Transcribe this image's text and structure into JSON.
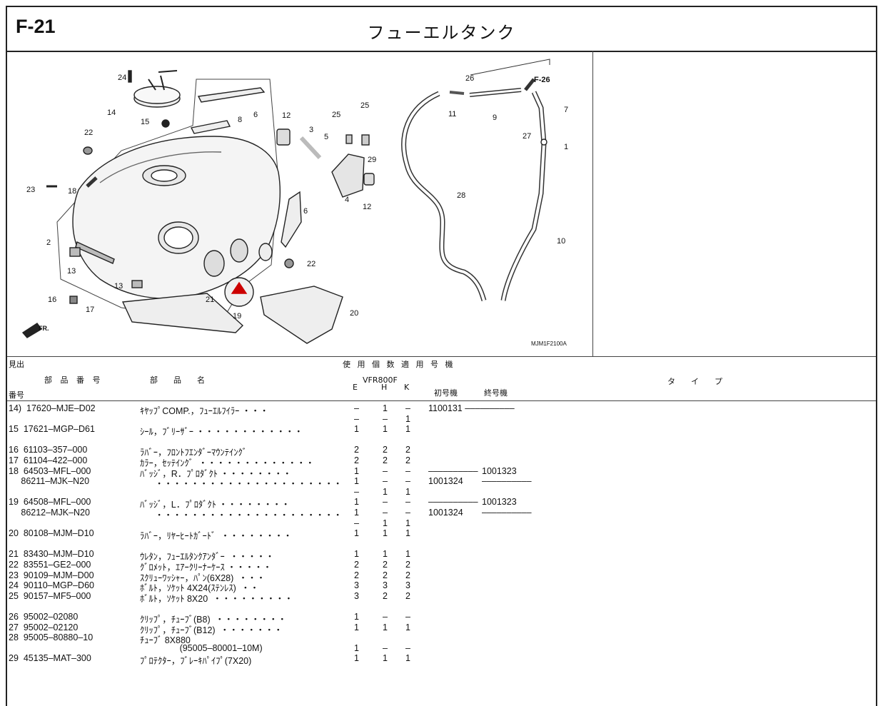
{
  "header": {
    "code": "F-21",
    "title": "フューエルタンク"
  },
  "diagram": {
    "callouts": [
      "24",
      "14",
      "15",
      "22",
      "23",
      "18",
      "2",
      "13",
      "13",
      "16",
      "17",
      "8",
      "6",
      "6",
      "12",
      "12",
      "3",
      "4",
      "5",
      "25",
      "25",
      "29",
      "21",
      "19",
      "22",
      "20",
      "26",
      "F-26",
      "11",
      "9",
      "7",
      "27",
      "1",
      "28",
      "10"
    ],
    "ref_code": "MJM1F2100A",
    "direction_label": "FR."
  },
  "columns": {
    "midashi": "見出",
    "bangou": "番号",
    "part_no": "部 品 番 号",
    "part_name": "部　　品　　名",
    "usage": "使 用 個 数 適 用 号 機",
    "model": "VFR800F",
    "e": "E",
    "h": "H",
    "k": "K",
    "first_frame": "初号機",
    "last_frame": "終号機",
    "type": "タ　　イ　　プ"
  },
  "rows": [
    {
      "line": "14)  17620–MJE–D02",
      "name": "ｷﾔｯﾌﾟCOMP.，ﾌｭｰｴﾙﾌｲﾗｰ ・・・",
      "e": "–",
      "h": "1",
      "k": "–",
      "from": "1100131 ––––––––––",
      "to": ""
    },
    {
      "line": "",
      "name": "",
      "e": "–",
      "h": "–",
      "k": "1",
      "from": "",
      "to": ""
    },
    {
      "line": "15  17621–MGP–D61",
      "name": "ｼｰﾙ，ﾌﾞﾘｰｻﾞｰ ・・・・・・・・・・・・",
      "e": "1",
      "h": "1",
      "k": "1",
      "from": "",
      "to": ""
    },
    {
      "line": "",
      "name": "",
      "e": "",
      "h": "",
      "k": "",
      "from": "",
      "to": ""
    },
    {
      "line": "16  61103–357–000",
      "name": "ﾗﾊﾞｰ，ﾌﾛﾝﾄﾌｴﾝﾀﾞｰﾏｳﾝﾃｲﾝｸﾞ",
      "e": "2",
      "h": "2",
      "k": "2",
      "from": "",
      "to": ""
    },
    {
      "line": "17  61104–422–000",
      "name": "ｶﾗｰ，ｾｯﾃｲﾝｸﾞ  ・・・・・・・・・・・・・",
      "e": "2",
      "h": "2",
      "k": "2",
      "from": "",
      "to": ""
    },
    {
      "line": "18  64503–MFL–000",
      "name": "ﾊﾞｯｼﾞ，R．ﾌﾟﾛﾀﾞｸﾄ ・・・・・・・・",
      "e": "1",
      "h": "–",
      "k": "–",
      "from": "––––––––––",
      "to": "1001323"
    },
    {
      "line": "     86211–MJK–N20",
      "name": "      ・・・・・・・・・・・・・・・・・・・・・",
      "e": "1",
      "h": "–",
      "k": "–",
      "from": "1001324",
      "to": "––––––––––"
    },
    {
      "line": "",
      "name": "",
      "e": "–",
      "h": "1",
      "k": "1",
      "from": "",
      "to": ""
    },
    {
      "line": "19  64508–MFL–000",
      "name": "ﾊﾞｯｼﾞ，L．ﾌﾟﾛﾀﾞｸﾄ ・・・・・・・・",
      "e": "1",
      "h": "–",
      "k": "–",
      "from": "––––––––––",
      "to": "1001323"
    },
    {
      "line": "     86212–MJK–N20",
      "name": "      ・・・・・・・・・・・・・・・・・・・・・",
      "e": "1",
      "h": "–",
      "k": "–",
      "from": "1001324",
      "to": "––––––––––"
    },
    {
      "line": "",
      "name": "",
      "e": "–",
      "h": "1",
      "k": "1",
      "from": "",
      "to": ""
    },
    {
      "line": "20  80108–MJM–D10",
      "name": "ﾗﾊﾞｰ，ﾘﾔｰﾋｰﾄｶﾞｰﾄﾞ  ・・・・・・・・",
      "e": "1",
      "h": "1",
      "k": "1",
      "from": "",
      "to": ""
    },
    {
      "line": "",
      "name": "",
      "e": "",
      "h": "",
      "k": "",
      "from": "",
      "to": ""
    },
    {
      "line": "21  83430–MJM–D10",
      "name": "ｳﾚﾀﾝ，ﾌｭｰｴﾙﾀﾝｸｱﾝﾀﾞｰ  ・・・・・",
      "e": "1",
      "h": "1",
      "k": "1",
      "from": "",
      "to": ""
    },
    {
      "line": "22  83551–GE2–000",
      "name": "ｸﾞﾛﾒｯﾄ，ｴｱｰｸﾘｰﾅｰｹｰｽ ・・・・・",
      "e": "2",
      "h": "2",
      "k": "2",
      "from": "",
      "to": ""
    },
    {
      "line": "23  90109–MJM–D00",
      "name": "ｽｸﾘｭｰﾜｯｼｬｰ，ﾊﾟﾝ(6X28)  ・・・",
      "e": "2",
      "h": "2",
      "k": "2",
      "from": "",
      "to": ""
    },
    {
      "line": "24  90110–MGP–D60",
      "name": "ﾎﾞﾙﾄ，ｿｹｯﾄ 4X24(ｽﾃﾝﾚｽ)  ・・",
      "e": "3",
      "h": "3",
      "k": "3",
      "from": "",
      "to": ""
    },
    {
      "line": "25  90157–MF5–000",
      "name": "ﾎﾞﾙﾄ，ｿｹｯﾄ 8X20  ・・・・・・・・・",
      "e": "3",
      "h": "2",
      "k": "2",
      "from": "",
      "to": ""
    },
    {
      "line": "",
      "name": "",
      "e": "",
      "h": "",
      "k": "",
      "from": "",
      "to": ""
    },
    {
      "line": "26  95002–02080",
      "name": "ｸﾘｯﾌﾟ，ﾁｭｰﾌﾞ(B8)  ・・・・・・・・",
      "e": "1",
      "h": "–",
      "k": "–",
      "from": "",
      "to": ""
    },
    {
      "line": "27  95002–02120",
      "name": "ｸﾘｯﾌﾟ，ﾁｭｰﾌﾞ(B12)  ・・・・・・・",
      "e": "1",
      "h": "1",
      "k": "1",
      "from": "",
      "to": ""
    },
    {
      "line": "28  95005–80880–10",
      "name": "ﾁｭｰﾌﾞ 8X880",
      "e": "",
      "h": "",
      "k": "",
      "from": "",
      "to": ""
    },
    {
      "line": "",
      "name": "                (95005–80001–10M)",
      "e": "1",
      "h": "–",
      "k": "–",
      "from": "",
      "to": ""
    },
    {
      "line": "29  45135–MAT–300",
      "name": "ﾌﾟﾛﾃｸﾀｰ，ﾌﾞﾚｰｷﾊﾟｲﾌﾟ(7X20)",
      "e": "1",
      "h": "1",
      "k": "1",
      "from": "",
      "to": ""
    }
  ]
}
